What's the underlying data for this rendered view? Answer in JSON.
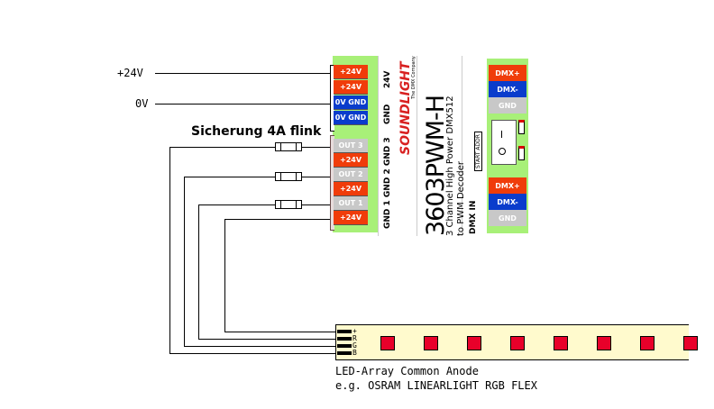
{
  "supply": {
    "plus_label": "+24V",
    "zero_label": "0V"
  },
  "fuse_label": "Sicherung 4A flink",
  "power_terminals": [
    "+24V",
    "+24V",
    "0V GND",
    "0V GND"
  ],
  "output_terminals": [
    "OUT 3",
    "+24V",
    "OUT 2",
    "+24V",
    "OUT 1",
    "+24V"
  ],
  "module": {
    "label_24v": "24V",
    "label_gnd": "GND",
    "label_outputs": "GND 1  GND 2  GND 3",
    "brand": "SOUNDLIGHT",
    "brand_sub": "The DMX Company",
    "model": "3603PWM-H",
    "desc1": "3 Channel High Power DMX512",
    "desc2": "to PWM Decoder",
    "dmx_in": "DMX IN",
    "start_addr": "START ADDR"
  },
  "dmx_terminals_top": [
    "DMX+",
    "DMX-",
    "GND"
  ],
  "dmx_terminals_bottom": [
    "DMX+",
    "DMX-",
    "GND"
  ],
  "led_strip": {
    "pins": [
      "+",
      "R",
      "G",
      "B"
    ],
    "led_count": 8,
    "caption1": "LED-Array Common Anode",
    "caption2": "e.g. OSRAM LINEARLIGHT RGB FLEX"
  },
  "colors": {
    "terminal_red": "#f03c0a",
    "terminal_blue": "#0a3ccc",
    "terminal_gray": "#c8c8c8",
    "board_green": "#a8f078",
    "brand_red": "#d82020",
    "led_red": "#e8002a",
    "strip_bg": "#fffacd"
  }
}
